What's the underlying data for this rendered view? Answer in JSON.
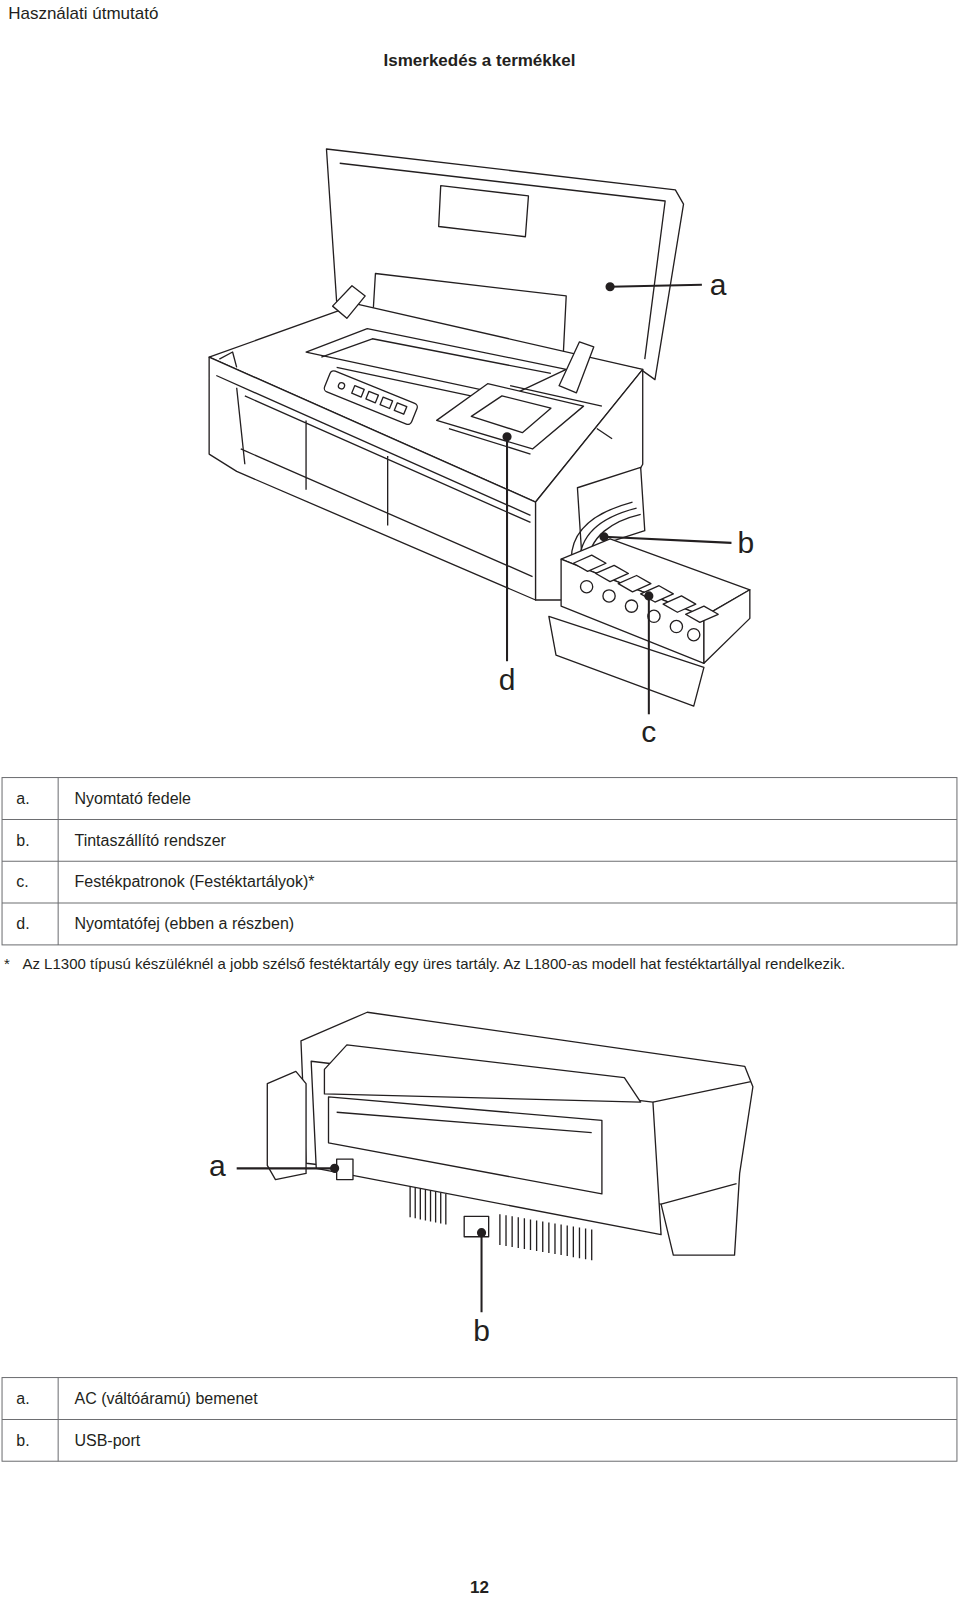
{
  "diagram": {
    "title": "Ismerkedés a termékkel",
    "labels": [
      "Használati útmutató",
      "a",
      "b",
      "d",
      "c",
      "a.",
      "Nyomtató fedele",
      "b.",
      "Tintaszállító rendszer",
      "c.",
      "Festékpatronok (Festéktartályok)*",
      "d.",
      "Nyomtatófej (ebben a részben)",
      "*",
      "Az L1300 típusú készüléknél a jobb szélső festéktartály egy üres tartály. Az L1800-as modell hat festéktartállyal rendelkezik.",
      "a",
      "b",
      "a.",
      "AC (váltóáramú) bemenet",
      "b.",
      "USB-port",
      "12"
    ]
  }
}
